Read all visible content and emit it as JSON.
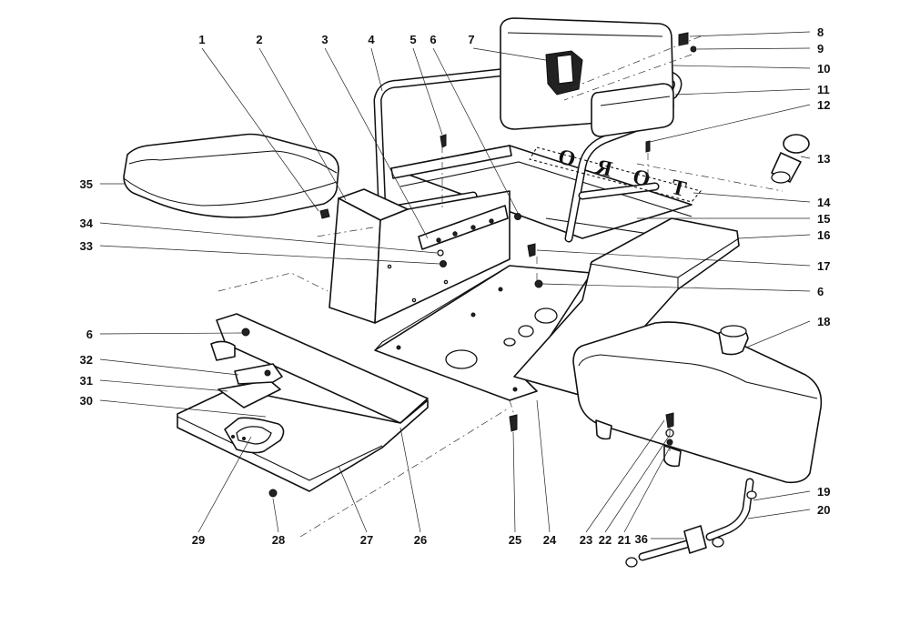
{
  "callouts": {
    "c1": "1",
    "c2": "2",
    "c3": "3",
    "c4": "4",
    "c5": "5",
    "c6a": "6",
    "c7": "7",
    "c8": "8",
    "c9": "9",
    "c10": "10",
    "c11": "11",
    "c12": "12",
    "c13": "13",
    "c14": "14",
    "c15": "15",
    "c16": "16",
    "c17": "17",
    "c6b": "6",
    "c18": "18",
    "c19": "19",
    "c20": "20",
    "c21": "21",
    "c22": "22",
    "c23": "23",
    "c36": "36",
    "c24": "24",
    "c25": "25",
    "c26": "26",
    "c27": "27",
    "c28": "28",
    "c29": "29",
    "c30": "30",
    "c31": "31",
    "c32": "32",
    "c6c": "6",
    "c33": "33",
    "c34": "34",
    "c35": "35"
  },
  "decal": {
    "letters": [
      "T",
      "O",
      "R",
      "O"
    ]
  }
}
